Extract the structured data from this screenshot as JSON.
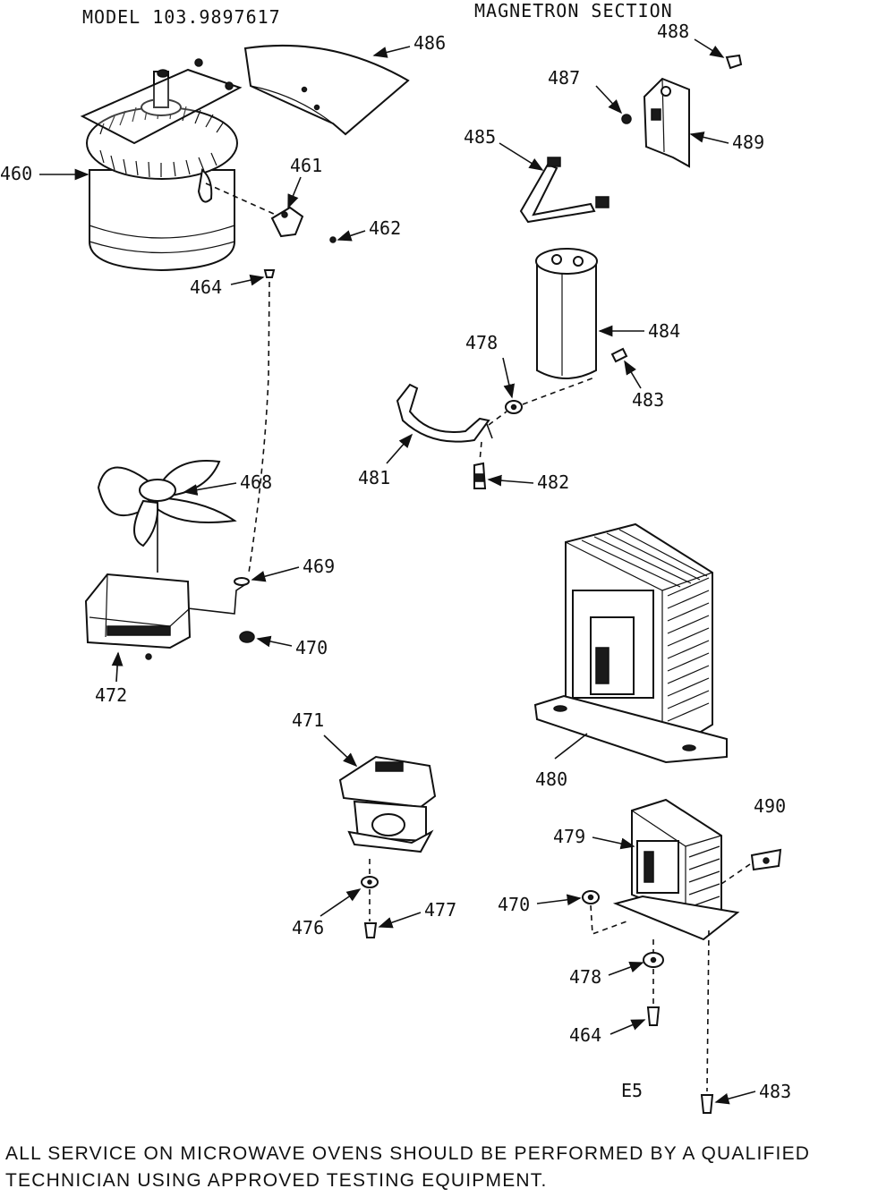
{
  "header": {
    "model": "MODEL 103.9897617",
    "section": "MAGNETRON SECTION"
  },
  "parts": {
    "p460": "460",
    "p461": "461",
    "p462": "462",
    "p464a": "464",
    "p464b": "464",
    "p468": "468",
    "p469": "469",
    "p470a": "470",
    "p470b": "470",
    "p471": "471",
    "p472": "472",
    "p476": "476",
    "p477": "477",
    "p478a": "478",
    "p478b": "478",
    "p479": "479",
    "p480": "480",
    "p481": "481",
    "p482": "482",
    "p483a": "483",
    "p483b": "483",
    "p484": "484",
    "p485": "485",
    "p486": "486",
    "p487": "487",
    "p488": "488",
    "p489": "489",
    "p490": "490"
  },
  "code": "E5",
  "footer": {
    "line1": "ALL SERVICE ON MICROWAVE OVENS SHOULD BE PERFORMED BY A QUALIFIED",
    "line2": "TECHNICIAN USING APPROVED TESTING EQUIPMENT."
  }
}
